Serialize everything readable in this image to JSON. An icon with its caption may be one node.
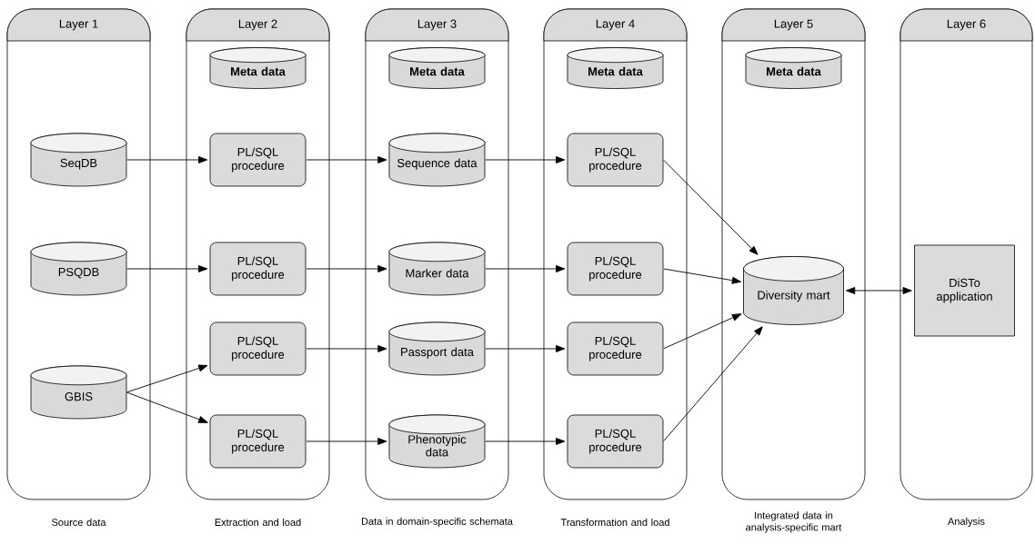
{
  "diagram": {
    "nodes": [
      {
        "text": [
          "Layer 1"
        ],
        "beside": [
          "Source data"
        ]
      },
      {
        "text": [
          "SeqDB"
        ],
        "in": 0
      },
      {
        "text": [
          "PSQDB"
        ],
        "in": 0
      },
      {
        "text": [
          "GBIS"
        ],
        "in": 0
      },
      {
        "text": [
          "Layer 2"
        ],
        "beside": [
          "Extraction and load"
        ]
      },
      {
        "text": [
          "Meta data"
        ],
        "in": 4
      },
      {
        "text": [
          "PL/SQL procedure"
        ],
        "in": 4
      },
      {
        "text": [
          "PL/SQL procedure"
        ],
        "in": 4
      },
      {
        "text": [
          "PL/SQL procedure"
        ],
        "in": 4
      },
      {
        "text": [
          "PL/SQL procedure"
        ],
        "in": 4
      },
      {
        "text": [
          "Layer 3"
        ],
        "beside": [
          "Data in domain-specific schemata"
        ]
      },
      {
        "text": [
          "Meta data"
        ],
        "in": 10
      },
      {
        "text": [
          "Sequence data"
        ],
        "in": 10
      },
      {
        "text": [
          "Marker data"
        ],
        "in": 10
      },
      {
        "text": [
          "Passport data"
        ],
        "in": 10
      },
      {
        "text": [
          "Phenotypic data"
        ],
        "in": 10
      },
      {
        "text": [
          "Layer 4"
        ],
        "beside": [
          "Transformation and load"
        ]
      },
      {
        "text": [
          "Meta data"
        ],
        "in": 16
      },
      {
        "text": [
          "PL/SQL procedure"
        ],
        "in": 16
      },
      {
        "text": [
          "PL/SQL procedure"
        ],
        "in": 16
      },
      {
        "text": [
          "PL/SQL procedure"
        ],
        "in": 16
      },
      {
        "text": [
          "PL/SQL procedure"
        ],
        "in": 16
      },
      {
        "text": [
          "Layer 5"
        ],
        "beside": [
          "Integrated data in analysis-specific mart"
        ]
      },
      {
        "text": [
          "Meta data"
        ],
        "in": 22
      },
      {
        "text": [
          "Diversity mart"
        ],
        "in": 22
      },
      {
        "text": [
          "Layer 6"
        ],
        "beside": [
          "Analysis"
        ]
      },
      {
        "text": [
          "DiSTo application"
        ],
        "in": 25
      }
    ],
    "edges": [
      {
        "from": 1,
        "to": 6,
        "arrow": "to"
      },
      {
        "from": 2,
        "to": 7,
        "arrow": "to"
      },
      {
        "from": 3,
        "to": 8,
        "arrow": "to"
      },
      {
        "from": 3,
        "to": 9,
        "arrow": "to"
      },
      {
        "from": 6,
        "to": 12,
        "arrow": "to"
      },
      {
        "from": 7,
        "to": 13,
        "arrow": "to"
      },
      {
        "from": 8,
        "to": 14,
        "arrow": "to"
      },
      {
        "from": 9,
        "to": 15,
        "arrow": "to"
      },
      {
        "from": 12,
        "to": 18,
        "arrow": "to"
      },
      {
        "from": 13,
        "to": 19,
        "arrow": "to"
      },
      {
        "from": 14,
        "to": 20,
        "arrow": "to"
      },
      {
        "from": 15,
        "to": 21,
        "arrow": "to"
      },
      {
        "from": 18,
        "to": 24,
        "arrow": "to"
      },
      {
        "from": 19,
        "to": 24,
        "arrow": "to"
      },
      {
        "from": 20,
        "to": 24,
        "arrow": "to"
      },
      {
        "from": 21,
        "to": 24,
        "arrow": "to"
      },
      {
        "from": 24,
        "to": 26,
        "arrow": "both"
      }
    ]
  }
}
